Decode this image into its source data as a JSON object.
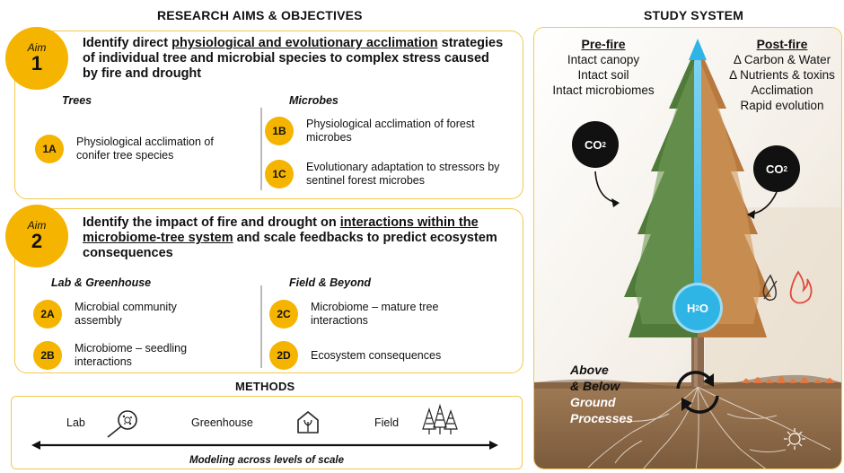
{
  "headers": {
    "aims_title": "RESEARCH AIMS & OBJECTIVES",
    "study_title": "STUDY SYSTEM",
    "methods_title": "METHODS"
  },
  "aim1": {
    "word": "Aim",
    "number": "1",
    "heading_pre": "Identify direct ",
    "heading_underlined": "physiological and evolutionary acclimation",
    "heading_post": " strategies of individual tree and microbial species to complex stress caused by fire and drought",
    "col_left": "Trees",
    "col_right": "Microbes",
    "items": [
      {
        "code": "1A",
        "text": "Physiological acclimation of conifer tree species"
      },
      {
        "code": "1B",
        "text": "Physiological acclimation of forest microbes"
      },
      {
        "code": "1C",
        "text": "Evolutionary adaptation to stressors by sentinel forest microbes"
      }
    ]
  },
  "aim2": {
    "word": "Aim",
    "number": "2",
    "heading_pre": "Identify the impact of fire and drought on ",
    "heading_underlined": "interactions within the microbiome-tree system",
    "heading_post": " and scale feedbacks to predict ecosystem consequences",
    "col_left": "Lab & Greenhouse",
    "col_right": "Field & Beyond",
    "items": [
      {
        "code": "2A",
        "text": "Microbial community assembly"
      },
      {
        "code": "2B",
        "text": "Microbiome – seedling interactions"
      },
      {
        "code": "2C",
        "text": "Microbiome – mature tree interactions"
      },
      {
        "code": "2D",
        "text": "Ecosystem consequences"
      }
    ]
  },
  "methods": {
    "lab": "Lab",
    "greenhouse": "Greenhouse",
    "field": "Field",
    "scale_label": "Modeling across levels of scale",
    "icons": [
      "microscope-icon",
      "greenhouse-icon",
      "forest-icon"
    ]
  },
  "study": {
    "prefire_head": "Pre-fire",
    "prefire_lines": [
      "Intact canopy",
      "Intact soil",
      "Intact microbiomes"
    ],
    "postfire_head": "Post-fire",
    "postfire_lines": [
      "Δ Carbon & Water",
      "Δ Nutrients & toxins",
      "Acclimation",
      "Rapid evolution"
    ],
    "co2": "CO",
    "co2_sub": "2",
    "h2o": "H",
    "h2o_sub": "2",
    "h2o_tail": "O",
    "ground_lines": [
      "Above",
      "& Below",
      "Ground",
      "Processes"
    ]
  },
  "colors": {
    "accent": "#f5b400",
    "box_border": "#f2c94c",
    "water": "#2fb4e6",
    "soil": "#8a6a4a"
  }
}
